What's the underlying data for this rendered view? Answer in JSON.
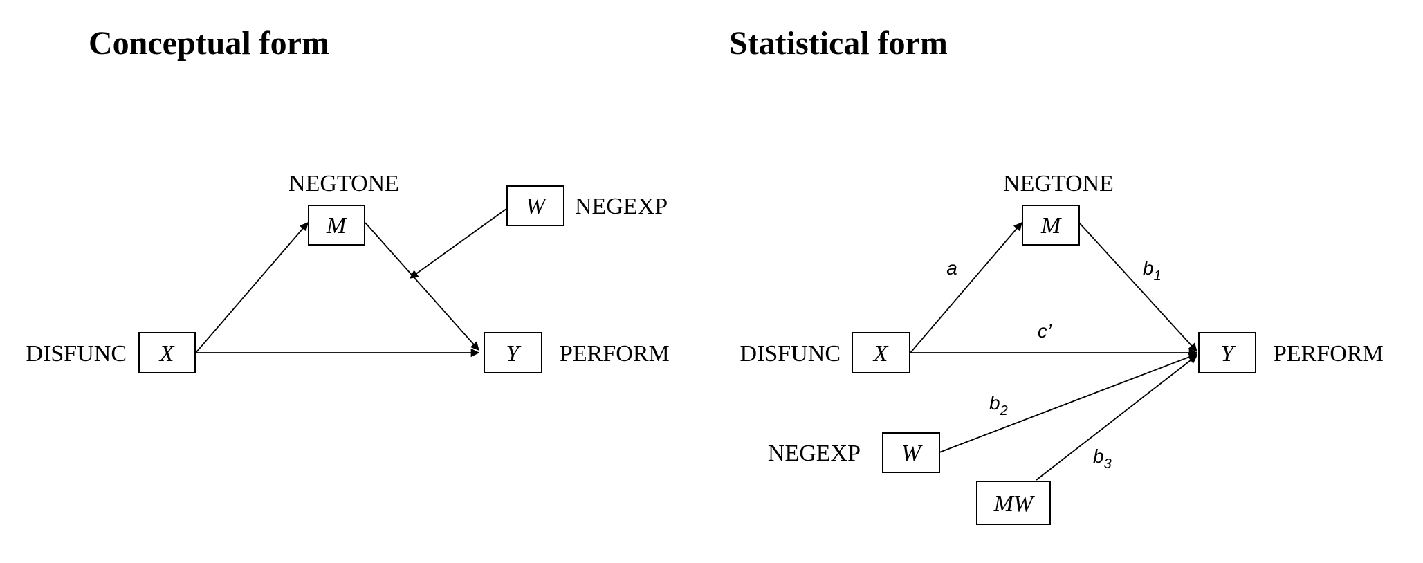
{
  "conceptual": {
    "title": "Conceptual form",
    "nodes": {
      "x": {
        "var": "X",
        "name": "DISFUNC"
      },
      "m": {
        "var": "M",
        "name": "NEGTONE"
      },
      "w": {
        "var": "W",
        "name": "NEGEXP"
      },
      "y": {
        "var": "Y",
        "name": "PERFORM"
      }
    }
  },
  "statistical": {
    "title": "Statistical form",
    "nodes": {
      "x": {
        "var": "X",
        "name": "DISFUNC"
      },
      "m": {
        "var": "M",
        "name": "NEGTONE"
      },
      "y": {
        "var": "Y",
        "name": "PERFORM"
      },
      "w": {
        "var": "W",
        "name": "NEGEXP"
      },
      "mw": {
        "var": "MW"
      }
    },
    "paths": {
      "a": "a",
      "b1": {
        "base": "b",
        "sub": "1"
      },
      "c": "c’",
      "b2": {
        "base": "b",
        "sub": "2"
      },
      "b3": {
        "base": "b",
        "sub": "3"
      }
    }
  }
}
